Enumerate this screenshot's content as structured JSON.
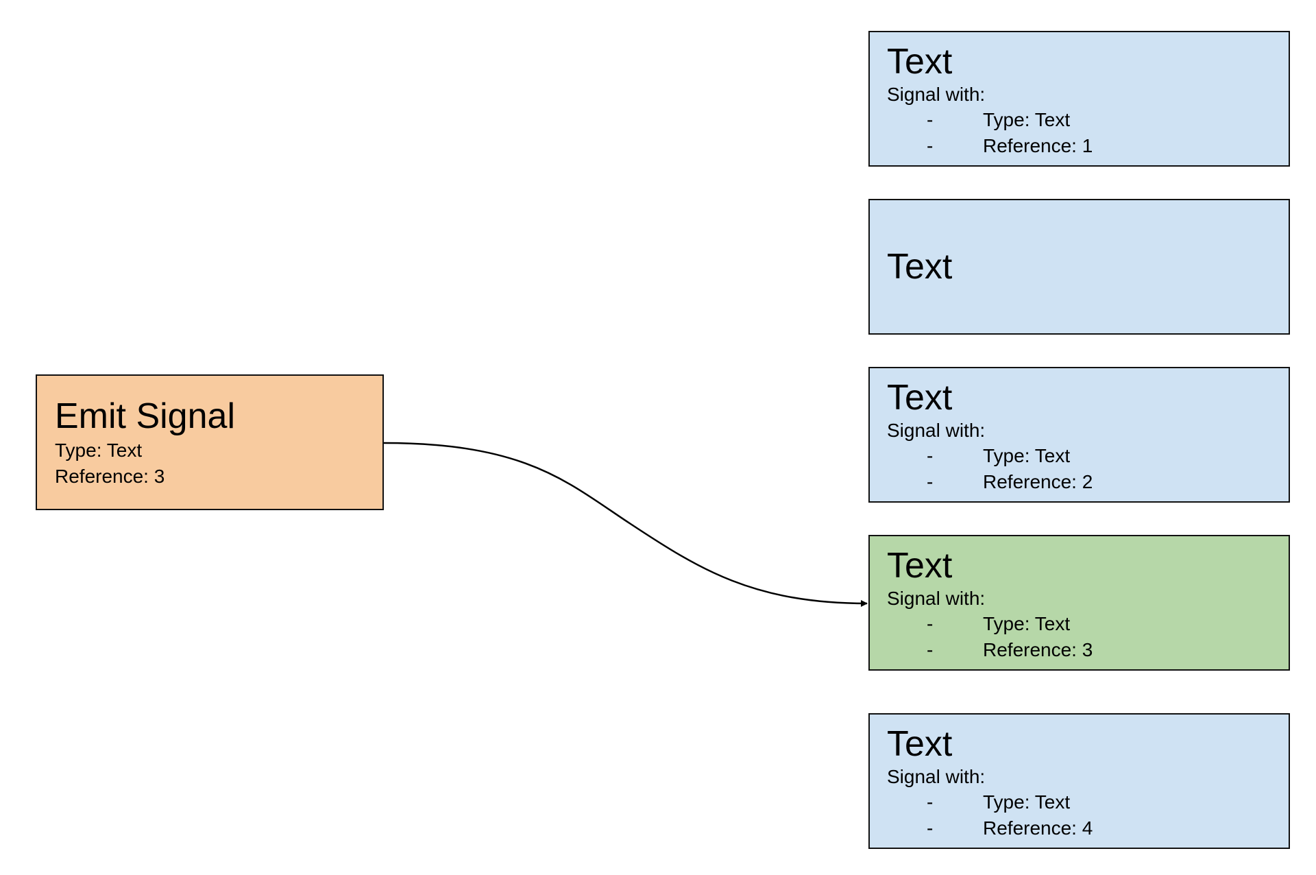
{
  "colors": {
    "emit_fill": "#f8cb9f",
    "target_fill": "#cfe2f3",
    "highlight_fill": "#b6d7a8",
    "border": "#111111",
    "connector": "#000000"
  },
  "emit": {
    "title": "Emit Signal",
    "type": "Type: Text",
    "reference": "Reference: 3"
  },
  "targets": [
    {
      "title": "Text",
      "subtitle": "Signal with:",
      "items": [
        {
          "bullet": "-",
          "text": "Type: Text"
        },
        {
          "bullet": "-",
          "text": "Reference: 1"
        }
      ],
      "highlighted": false
    },
    {
      "title": "Text",
      "highlighted": false
    },
    {
      "title": "Text",
      "subtitle": "Signal with:",
      "items": [
        {
          "bullet": "-",
          "text": "Type: Text"
        },
        {
          "bullet": "-",
          "text": "Reference: 2"
        }
      ],
      "highlighted": false
    },
    {
      "title": "Text",
      "subtitle": "Signal with:",
      "items": [
        {
          "bullet": "-",
          "text": "Type: Text"
        },
        {
          "bullet": "-",
          "text": "Reference: 3"
        }
      ],
      "highlighted": true
    },
    {
      "title": "Text",
      "subtitle": "Signal with:",
      "items": [
        {
          "bullet": "-",
          "text": "Type: Text"
        },
        {
          "bullet": "-",
          "text": "Reference: 4"
        }
      ],
      "highlighted": false
    }
  ]
}
